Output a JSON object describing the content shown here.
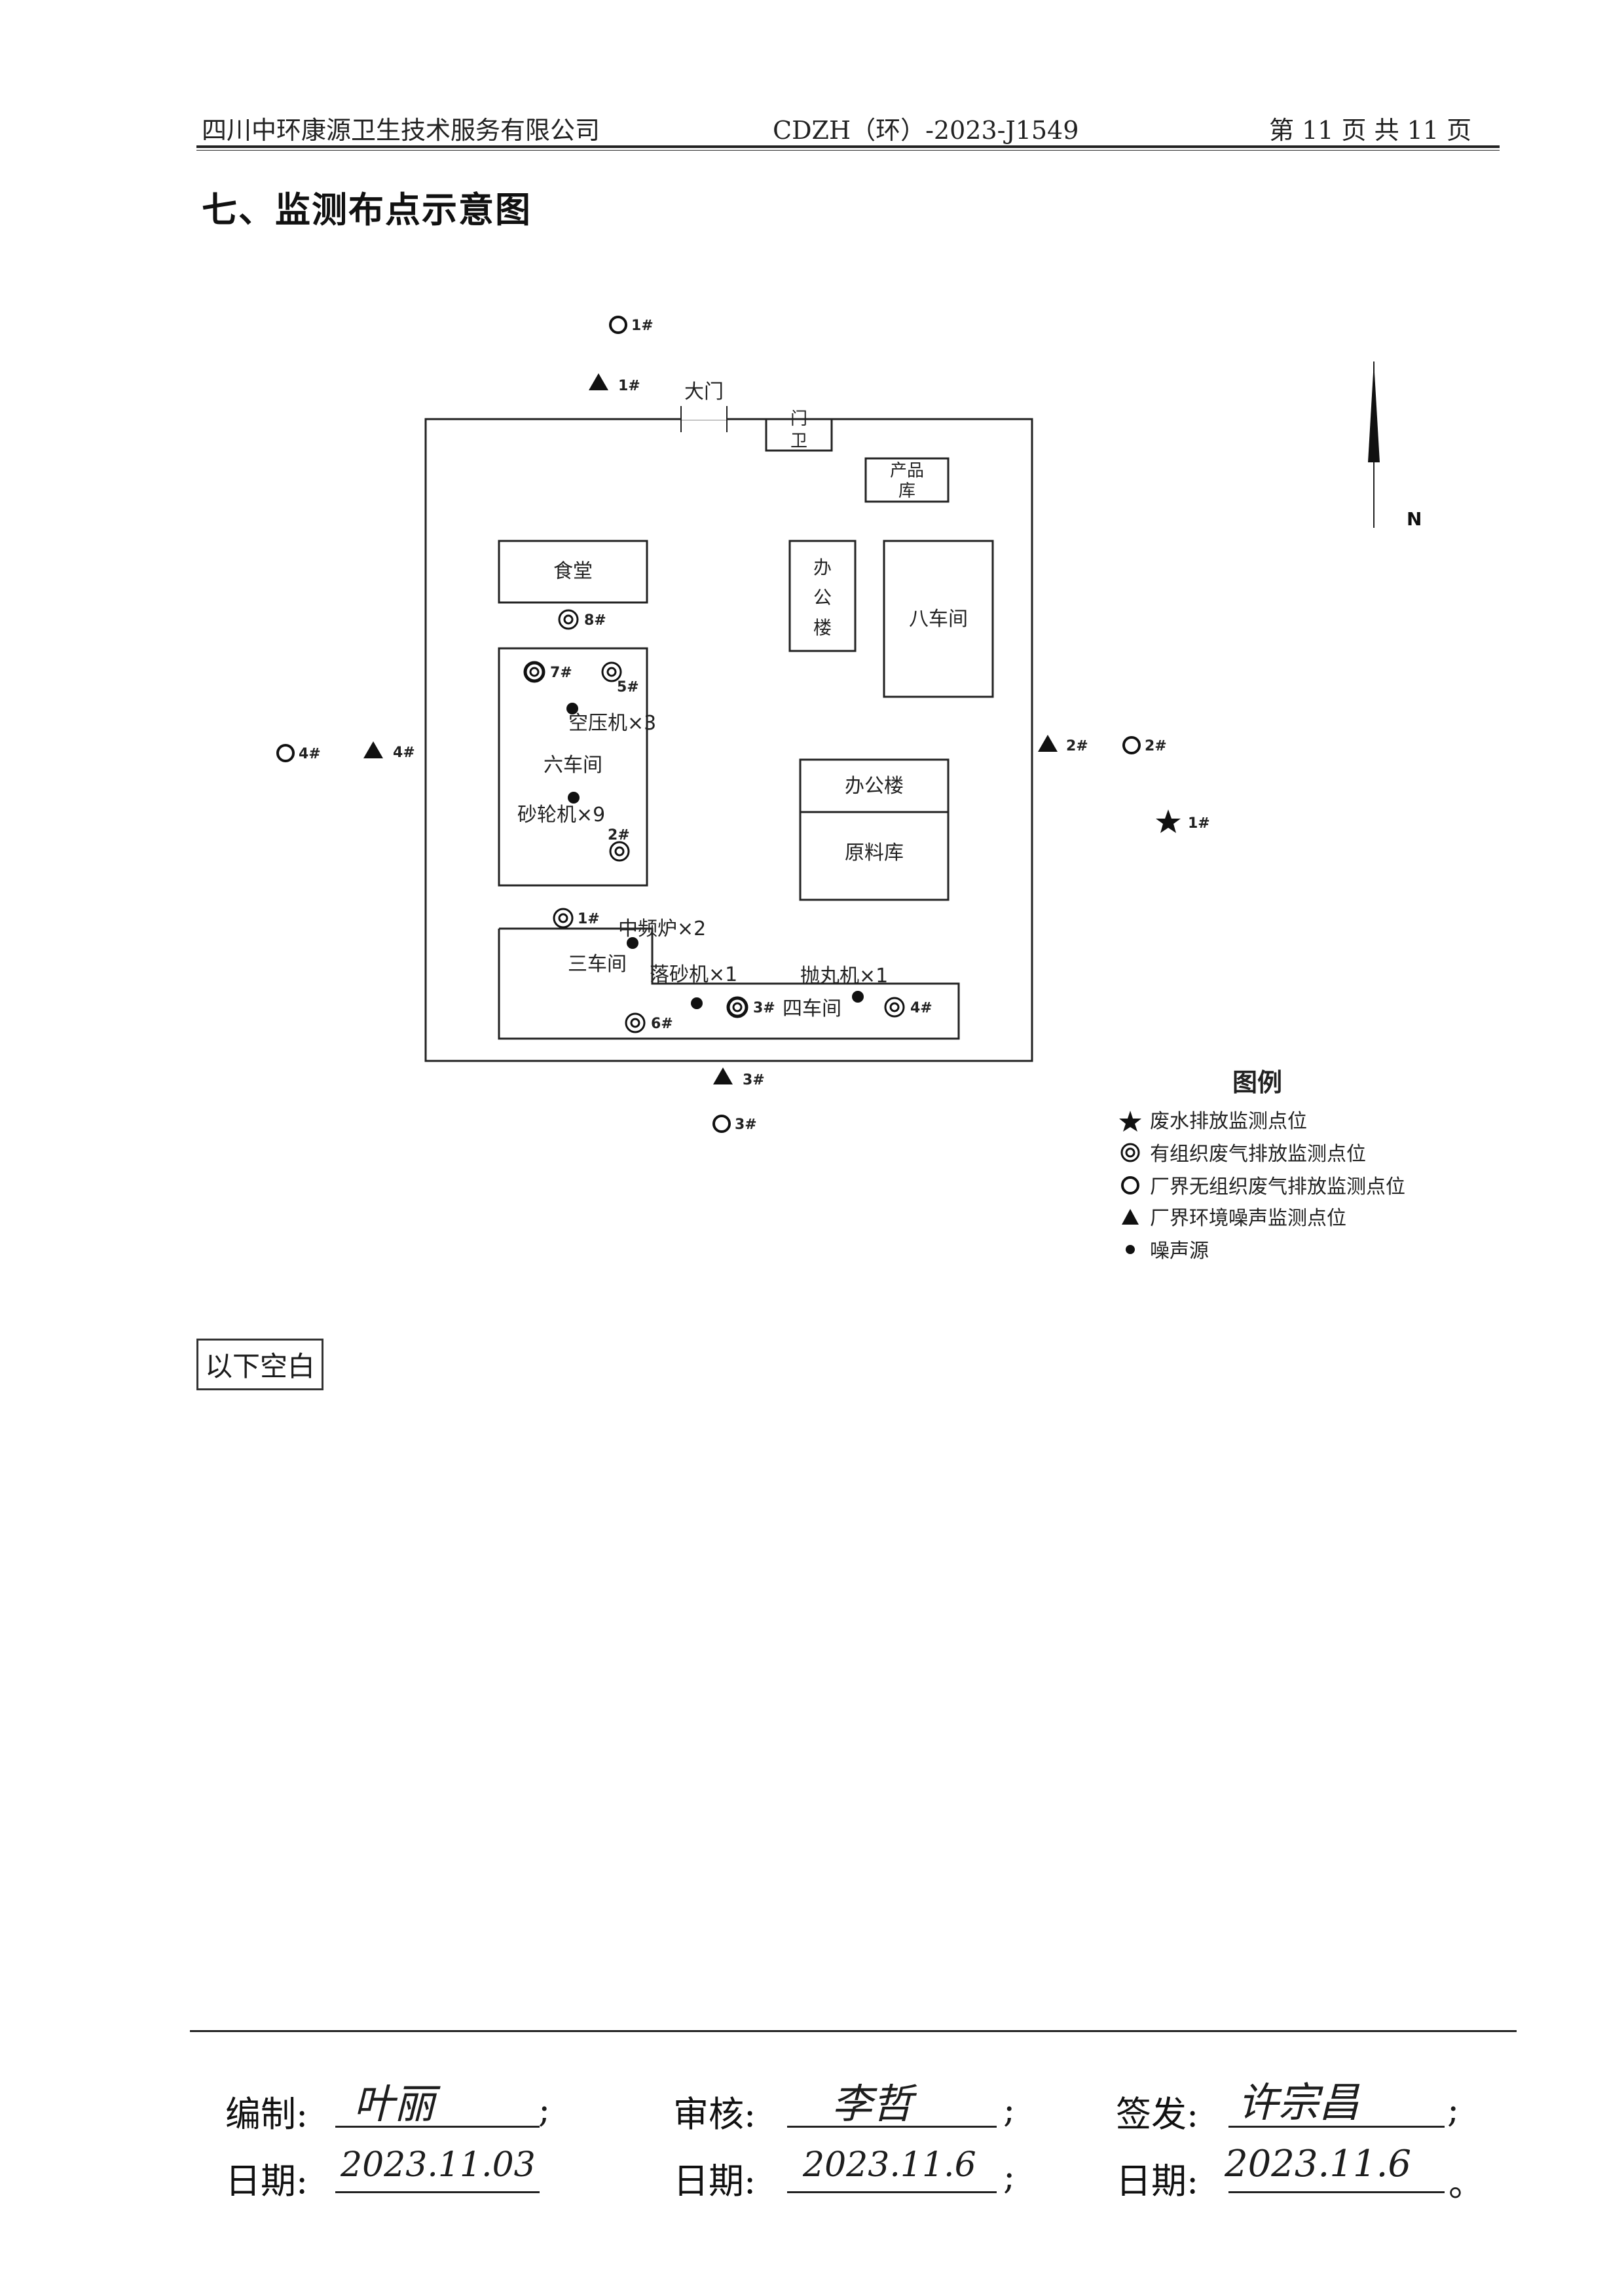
{
  "header": {
    "company": "四川中环康源卫生技术服务有限公司",
    "report_no": "CDZH（环）-2023-J1549",
    "page_info": "第 11 页 共 11 页"
  },
  "section_title": "七、监测布点示意图",
  "map": {
    "buildings": {
      "gate": "大门",
      "guard_line1": "门",
      "guard_line2": "卫",
      "product_store_line1": "产品",
      "product_store_line2": "库",
      "canteen": "食堂",
      "office_tall_line1": "办",
      "office_tall_line2": "公",
      "office_tall_line3": "楼",
      "workshop8": "八车间",
      "workshop6": "六车间",
      "office": "办公楼",
      "raw_material_store": "原料库",
      "workshop3": "三车间",
      "workshop4": "四车间"
    },
    "noise_sources": {
      "air_compressor": "空压机×3",
      "grinder": "砂轮机×9",
      "furnace": "中频炉×2",
      "sand_drop": "落砂机×1",
      "shot_blast": "抛丸机×1"
    },
    "points": {
      "unorg_1": "1#",
      "unorg_2": "2#",
      "unorg_3": "3#",
      "unorg_4": "4#",
      "noise_1": "1#",
      "noise_2": "2#",
      "noise_3": "3#",
      "noise_4": "4#",
      "org_1": "1#",
      "org_2": "2#",
      "org_3": "3#",
      "org_4": "4#",
      "org_5": "5#",
      "org_6": "6#",
      "org_7": "7#",
      "org_8": "8#",
      "water_1": "1#"
    },
    "north": "N",
    "legend": {
      "title": "图例",
      "wastewater": "废水排放监测点位",
      "organized_gas": "有组织废气排放监测点位",
      "unorganized_gas": "厂界无组织废气排放监测点位",
      "noise": "厂界环境噪声监测点位",
      "noise_source": "噪声源"
    }
  },
  "blank_note": "以下空白",
  "signoff": {
    "compiled_label": "编制:",
    "compiled_by": "叶丽",
    "review_label": "审核:",
    "reviewed_by": "李哲",
    "issue_label": "签发:",
    "issued_by": "许宗昌",
    "date_label": "日期:",
    "compiled_date": "2023.11.03",
    "review_date": "2023.11.6",
    "issue_date": "2023.11.6",
    "end_mark": "。"
  }
}
